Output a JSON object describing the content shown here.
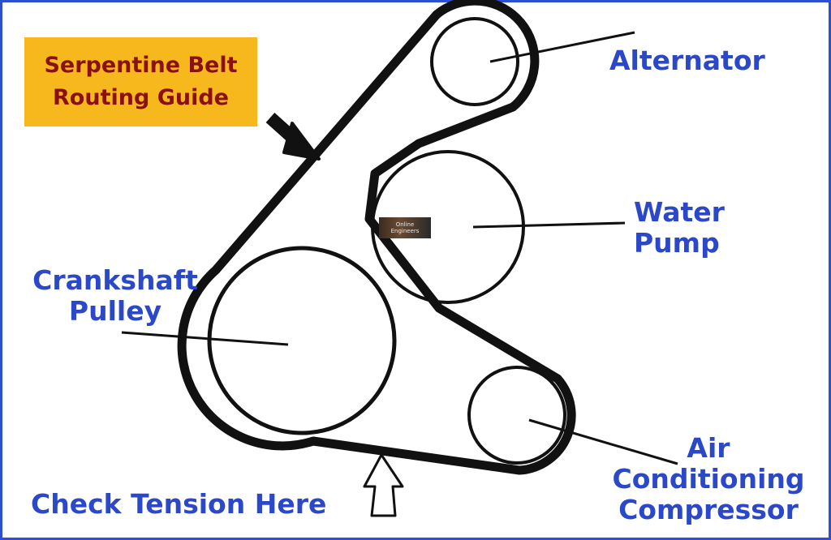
{
  "title": {
    "line1": "Serpentine Belt",
    "line2": "Routing Guide"
  },
  "labels": {
    "alternator": "Alternator",
    "water_pump": [
      "Water",
      "Pump"
    ],
    "crankshaft_pulley": [
      "Crankshaft",
      "Pulley"
    ],
    "ac_compressor": [
      "Air",
      "Conditioning",
      "Compressor"
    ],
    "check_tension": "Check Tension Here"
  },
  "watermark": [
    "Online",
    "Engineers"
  ],
  "colors": {
    "frame_border": "#2e4fd0",
    "label_text": "#2b48c9",
    "title_background": "#f6b81c",
    "title_text": "#8b1010",
    "drawing_lines": "#111111"
  },
  "icons": {
    "pointer_arrow": "arrow-down-right-icon",
    "tension_arrow": "arrow-up-outline-icon"
  }
}
